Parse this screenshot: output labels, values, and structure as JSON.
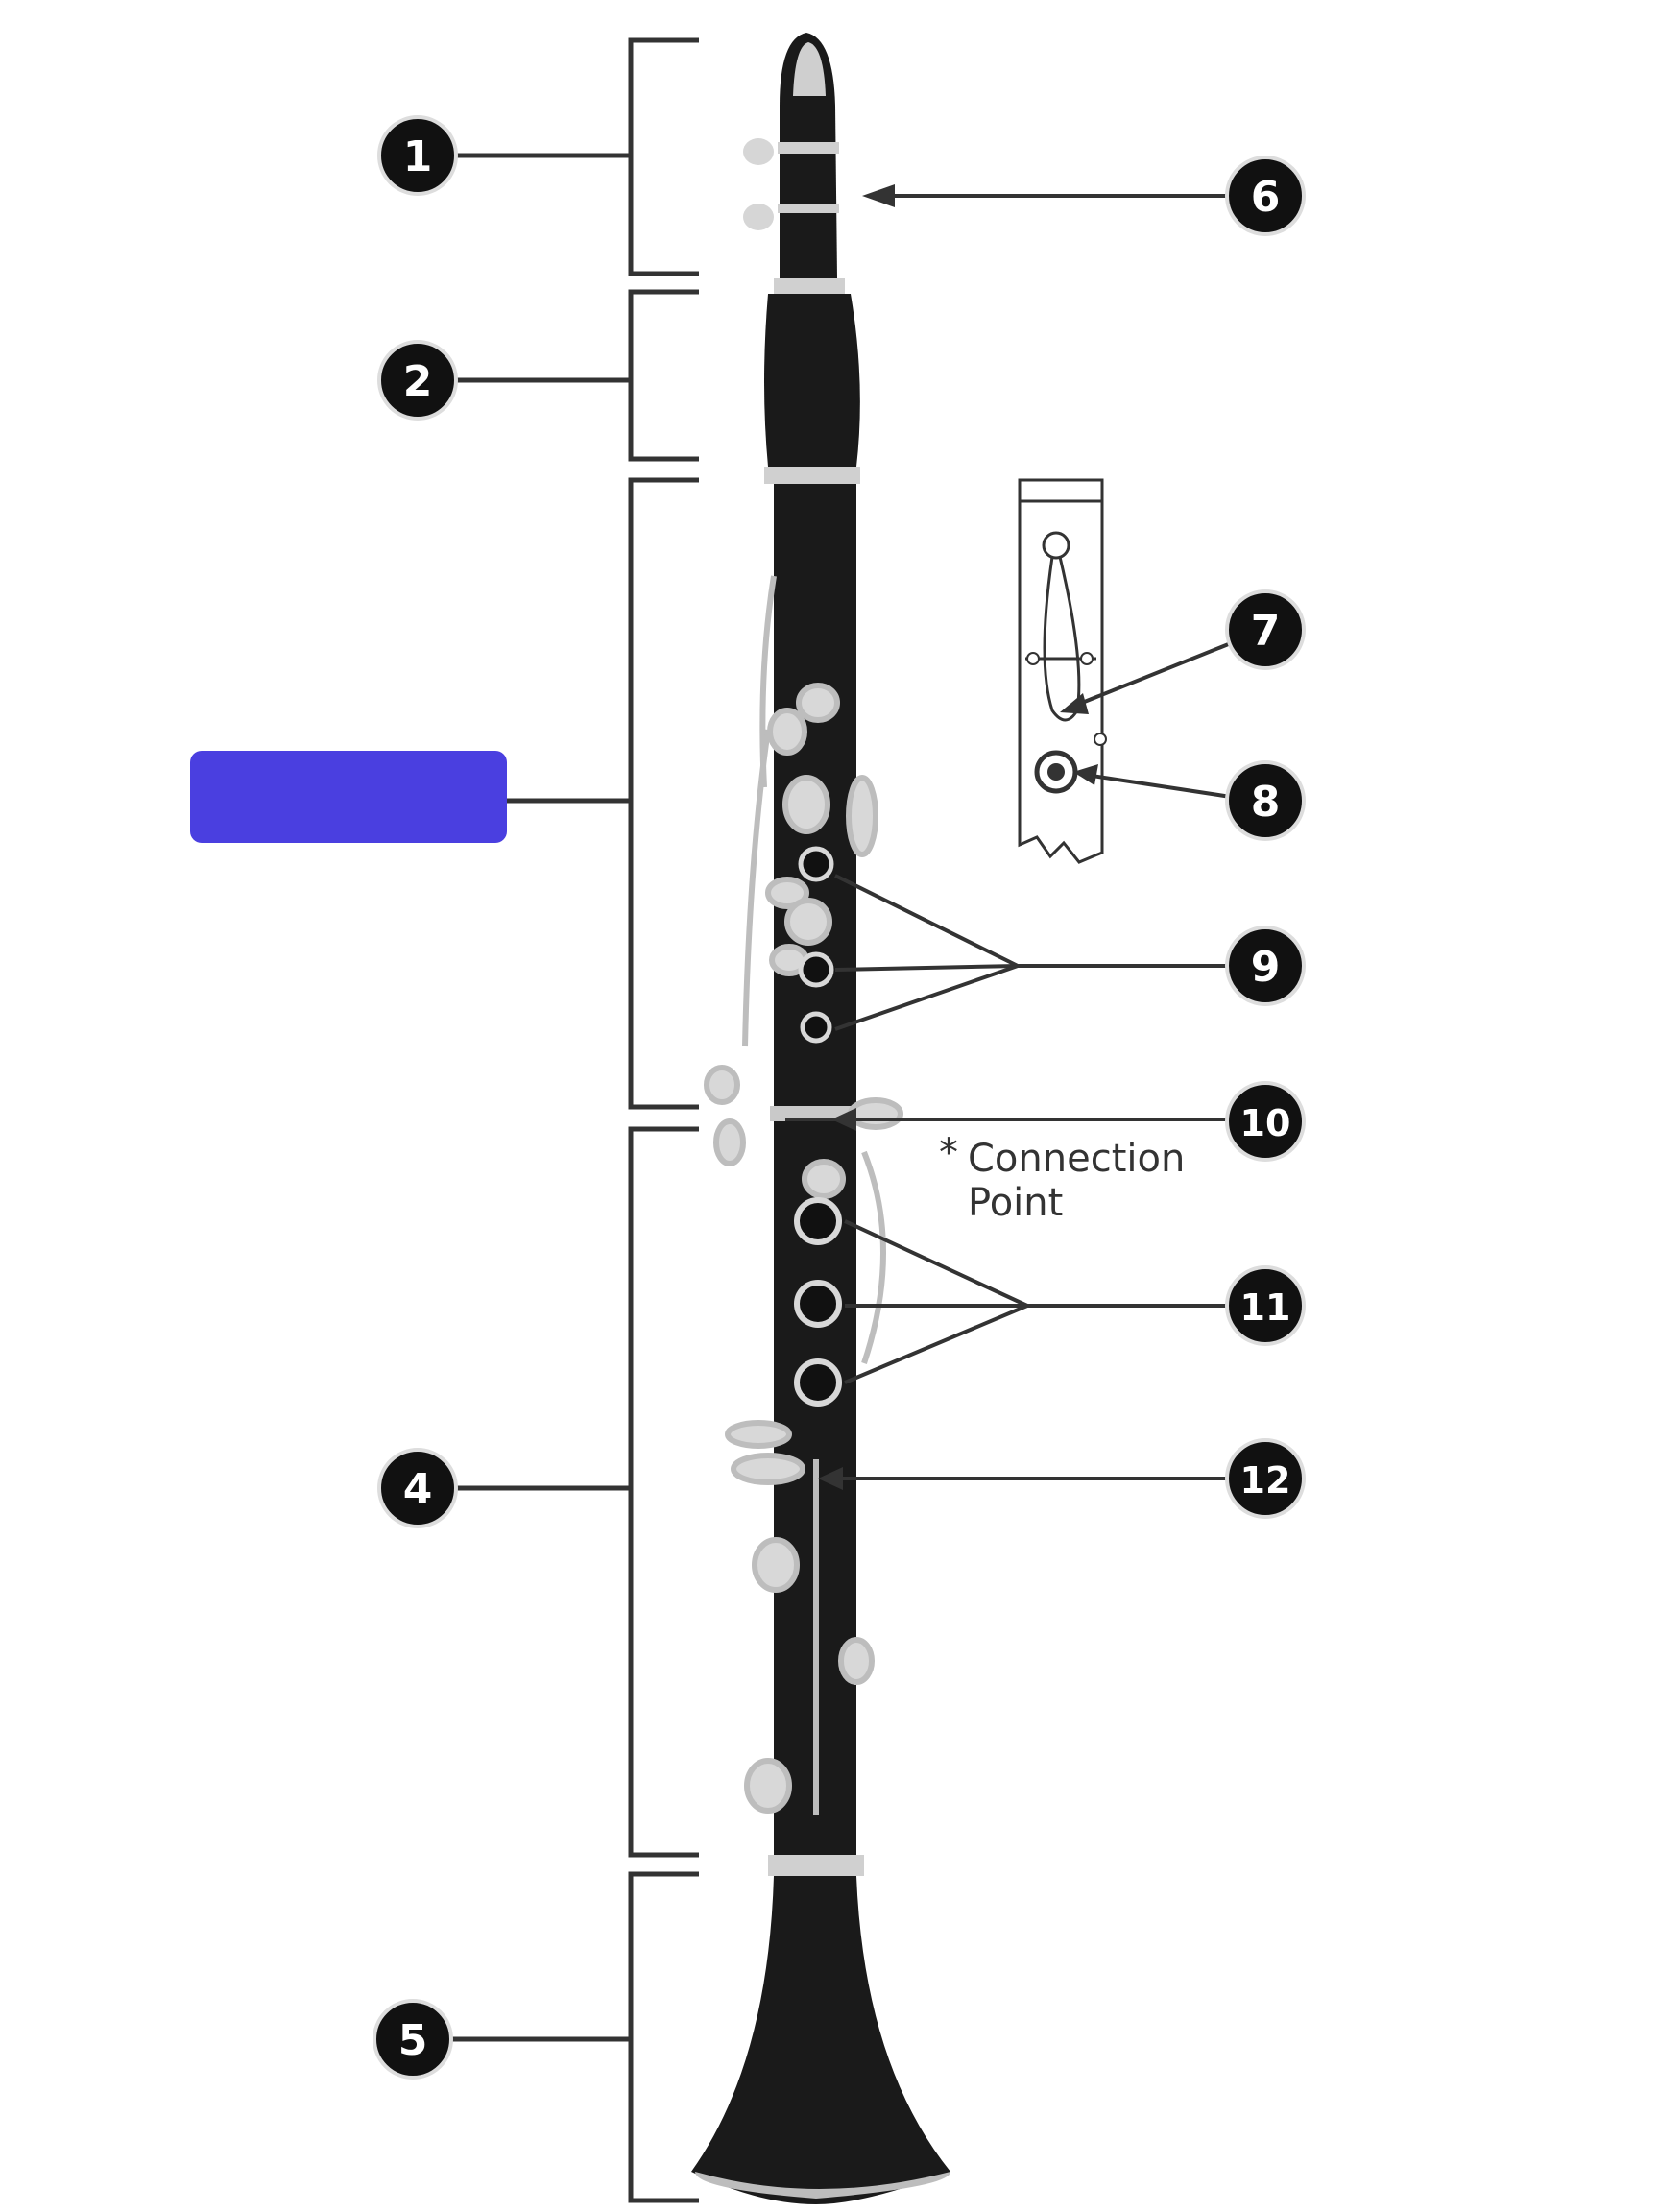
{
  "diagram": {
    "subject": "clarinet parts diagram",
    "colors": {
      "body": "#1a1a1a",
      "metal": "#c9c9c9",
      "mouthpiece_tip": "#cfcfcf",
      "line": "#333333",
      "callout_bg": "#111111",
      "highlight_box": "#4a3fe0"
    },
    "callouts": [
      {
        "id": "1",
        "label": "1"
      },
      {
        "id": "2",
        "label": "2"
      },
      {
        "id": "3",
        "label": "",
        "highlighted": true
      },
      {
        "id": "4",
        "label": "4"
      },
      {
        "id": "5",
        "label": "5"
      },
      {
        "id": "6",
        "label": "6"
      },
      {
        "id": "7",
        "label": "7"
      },
      {
        "id": "8",
        "label": "8"
      },
      {
        "id": "9",
        "label": "9"
      },
      {
        "id": "10",
        "label": "10"
      },
      {
        "id": "11",
        "label": "11"
      },
      {
        "id": "12",
        "label": "12"
      }
    ],
    "note": {
      "asterisk": "*",
      "line1": "Connection",
      "line2": "Point"
    }
  }
}
